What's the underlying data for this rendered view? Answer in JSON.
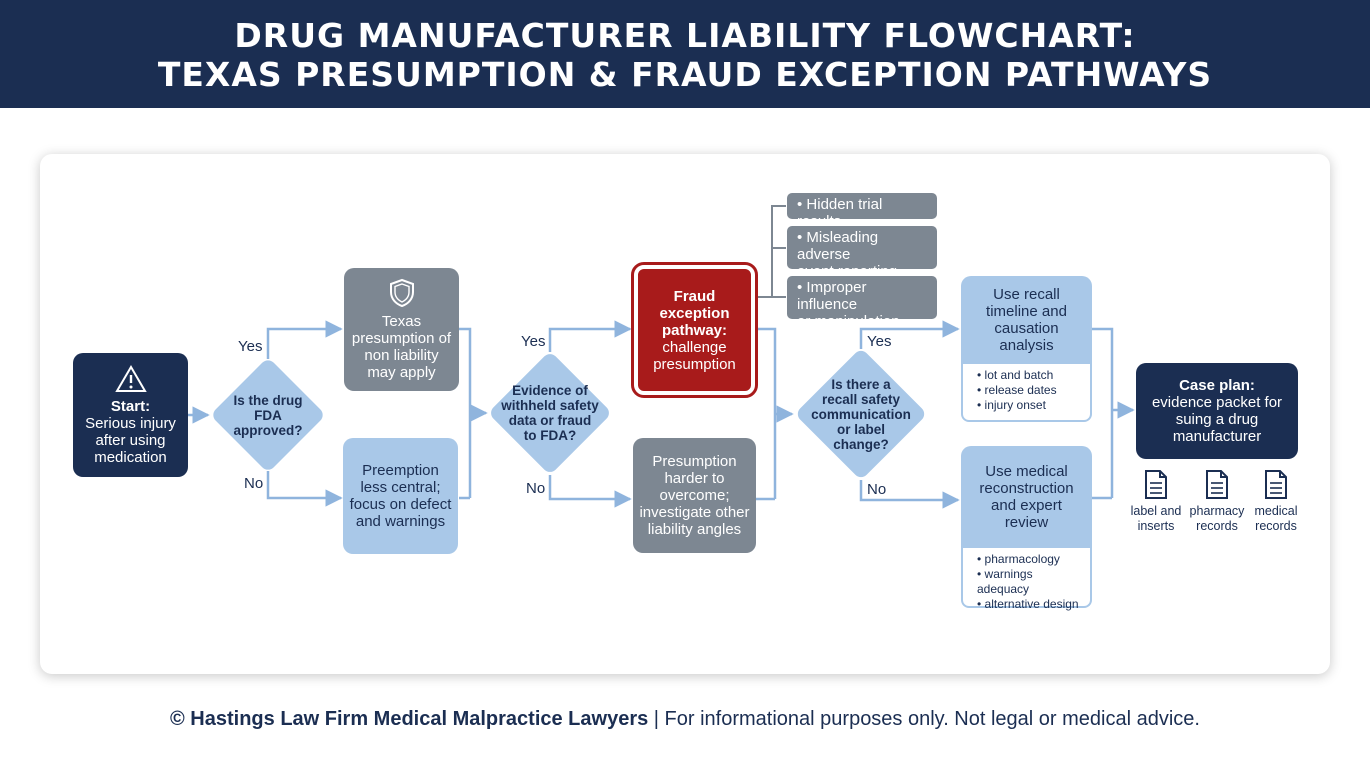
{
  "header": {
    "title_line1": "DRUG MANUFACTURER LIABILITY FLOWCHART:",
    "title_line2": "TEXAS PRESUMPTION & FRAUD EXCEPTION PATHWAYS"
  },
  "flow": {
    "start": {
      "title": "Start:",
      "text_line1": "Serious injury",
      "text_line2": "after using",
      "text_line3": "medication",
      "icon": "warning-triangle-icon"
    },
    "q1": {
      "line1": "Is the drug",
      "line2": "FDA",
      "line3": "approved?",
      "yes": "Yes",
      "no": "No"
    },
    "texas_presumption": {
      "line1": "Texas",
      "line2": "presumption of",
      "line3": "non liability",
      "line4": "may apply",
      "icon": "shield-icon"
    },
    "preemption": {
      "line1": "Preemption",
      "line2": "less central;",
      "line3": "focus on defect",
      "line4": "and warnings"
    },
    "q2": {
      "line1": "Evidence of",
      "line2": "withheld safety",
      "line3": "data or fraud",
      "line4": "to FDA?",
      "yes": "Yes",
      "no": "No"
    },
    "fraud_exception": {
      "line1": "Fraud",
      "line2": "exception",
      "line3": "pathway:",
      "line4": "challenge",
      "line5": "presumption"
    },
    "fraud_examples": [
      {
        "line1": "• Hidden trial results",
        "line2": ""
      },
      {
        "line1": "• Misleading adverse",
        "line2": "event reporting"
      },
      {
        "line1": "• Improper influence",
        "line2": "or manipulation"
      }
    ],
    "presumption_harder": {
      "line1": "Presumption",
      "line2": "harder to",
      "line3": "overcome;",
      "line4": "investigate other",
      "line5": "liability angles"
    },
    "q3": {
      "line1": "Is there a",
      "line2": "recall safety",
      "line3": "communication",
      "line4": "or label",
      "line5": "change?",
      "yes": "Yes",
      "no": "No"
    },
    "recall_analysis": {
      "line1": "Use recall",
      "line2": "timeline and",
      "line3": "causation",
      "line4": "analysis",
      "details": [
        "lot and batch",
        "release dates",
        "injury onset"
      ]
    },
    "medical_review": {
      "line1": "Use medical",
      "line2": "reconstruction",
      "line3": "and expert",
      "line4": "review",
      "details": [
        "pharmacology",
        "warnings adequacy",
        "alternative design"
      ]
    },
    "case_plan": {
      "title": "Case plan:",
      "line1": "evidence packet for",
      "line2": "suing a drug",
      "line3": "manufacturer"
    },
    "documents": [
      {
        "line1": "label and",
        "line2": "inserts",
        "icon": "document-icon"
      },
      {
        "line1": "pharmacy",
        "line2": "records",
        "icon": "document-icon"
      },
      {
        "line1": "medical",
        "line2": "records",
        "icon": "document-icon"
      }
    ]
  },
  "footer": {
    "firm": "© Hastings Law Firm Medical Malpractice Lawyers",
    "disclaimer": " | For informational purposes only. Not legal or medical advice."
  },
  "colors": {
    "navy": "#1b2e52",
    "gray": "#7d8792",
    "light_blue": "#a9c8e8",
    "fraud_red": "#a81b1b",
    "connector": "#8fb4dd"
  }
}
